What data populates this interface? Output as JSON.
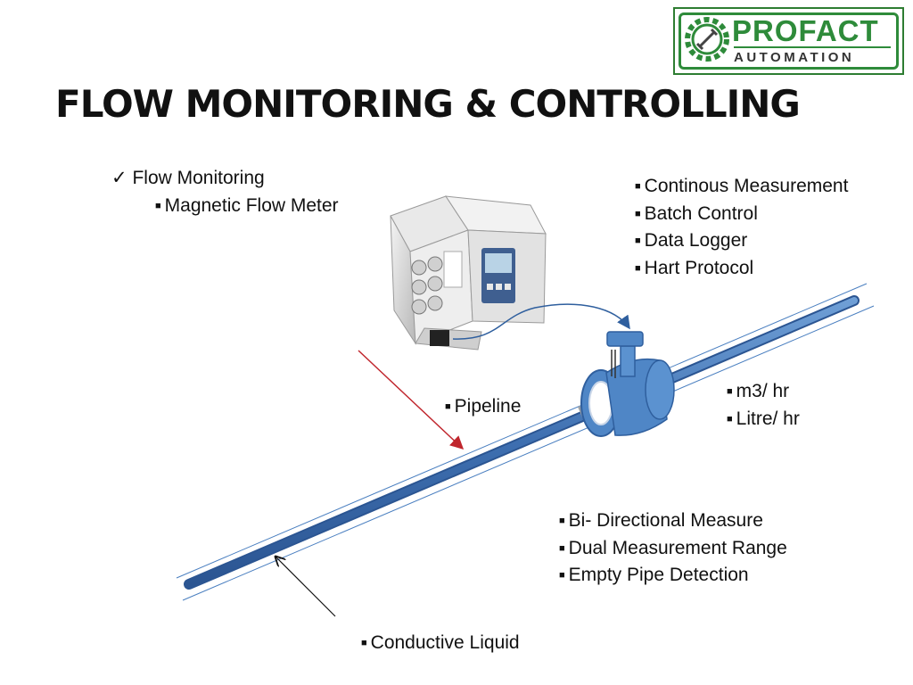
{
  "logo": {
    "brand": "PROFACT",
    "sub": "AUTOMATION",
    "color": "#2e8b3a"
  },
  "title": "FLOW MONITORING & CONTROLLING",
  "monitoring": {
    "check": "✓",
    "label": "Flow Monitoring",
    "item": "Magnetic Flow Meter"
  },
  "features_top": [
    "Continous Measurement",
    "Batch Control",
    "Data Logger",
    "Hart Protocol"
  ],
  "pipeline_label": "Pipeline",
  "units": [
    "m3/ hr",
    "Litre/ hr"
  ],
  "features_bottom": [
    "Bi- Directional Measure",
    "Dual Measurement Range",
    "Empty Pipe Detection"
  ],
  "liquid_label": "Conductive Liquid",
  "bullet": "■",
  "colors": {
    "pipe": "#4a7fc0",
    "pipe_edge": "#2f5f9e",
    "meter": "#4f86c6",
    "arrow_red": "#c0262d",
    "arrow_black": "#111111"
  }
}
